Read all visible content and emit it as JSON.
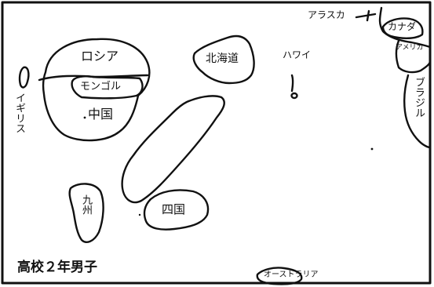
{
  "labels": {
    "russia": "ロシア",
    "mongolia": "モンゴル",
    "china": "中国",
    "uk": "イギリス",
    "hokkaido": "北海道",
    "hawaii": "ハワイ",
    "alaska": "アラスカ",
    "canada": "カナダ",
    "america": "アメリカ",
    "brazil": "ブラジル",
    "kyushu": "九州",
    "shikoku": "四国",
    "australia": "オーストラリア"
  },
  "caption": "高校２年男子"
}
